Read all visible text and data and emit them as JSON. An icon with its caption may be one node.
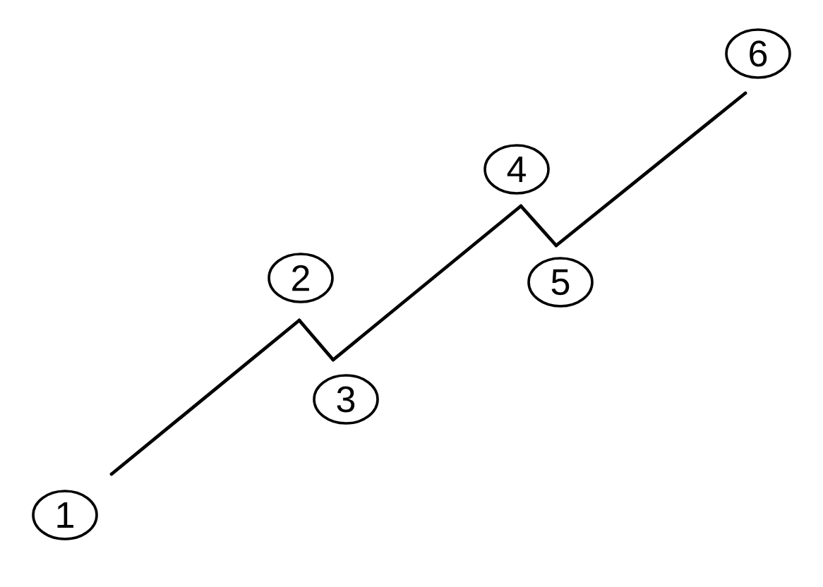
{
  "diagram": {
    "nodes": [
      {
        "text": [
          "1"
        ]
      },
      {
        "text": [
          "2"
        ]
      },
      {
        "text": [
          "3"
        ]
      },
      {
        "text": [
          "4"
        ]
      },
      {
        "text": [
          "5"
        ]
      },
      {
        "text": [
          "6"
        ]
      }
    ],
    "edges": [
      {
        "from": 0,
        "to": 1,
        "arrow": "none"
      },
      {
        "from": 1,
        "to": 2,
        "arrow": "none"
      },
      {
        "from": 2,
        "to": 3,
        "arrow": "none"
      },
      {
        "from": 3,
        "to": 4,
        "arrow": "none"
      },
      {
        "from": 4,
        "to": 5,
        "arrow": "none"
      }
    ]
  }
}
